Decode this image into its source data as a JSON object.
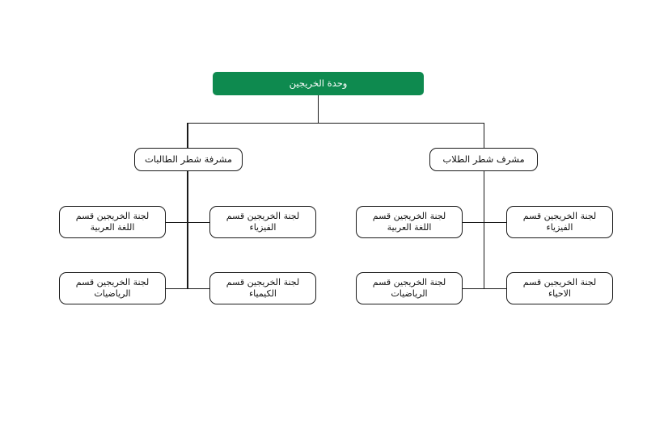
{
  "chart": {
    "title": "وحدة الخريجين",
    "direction": "rtl",
    "colors": {
      "root_fill": "#0e8a4f",
      "root_text": "#ffffff",
      "node_fill": "#ffffff",
      "node_border": "#1a1a1a",
      "node_text": "#111111",
      "line": "#1a1a1a",
      "background": "#ffffff"
    },
    "root": {
      "label": "وحدة الخريجين"
    },
    "branches": [
      {
        "id": "female-section",
        "label": "مشرفة شطر الطالبات",
        "leaves": [
          {
            "id": "female-arabic",
            "line1": "لجنة الخريجين قسم",
            "line2": "اللغة العربية"
          },
          {
            "id": "female-physics",
            "line1": "لجنة الخريجين قسم",
            "line2": "الفيزياء"
          },
          {
            "id": "female-math",
            "line1": "لجنة الخريجين قسم",
            "line2": "الرياضيات"
          },
          {
            "id": "female-chem",
            "line1": "لجنة الخريجين قسم",
            "line2": "الكيمياء"
          }
        ]
      },
      {
        "id": "male-section",
        "label": "مشرف شطر الطلاب",
        "leaves": [
          {
            "id": "male-arabic",
            "line1": "لجنة الخريجين  قسم",
            "line2": "اللغة العربية"
          },
          {
            "id": "male-physics",
            "line1": "لجنة الخريجين  قسم",
            "line2": "الفيزياء"
          },
          {
            "id": "male-math",
            "line1": "لجنة الخريجين قسم",
            "line2": "الرياضيات"
          },
          {
            "id": "male-bio",
            "line1": "لجنة الخريجين قسم",
            "line2": "الاحياء"
          }
        ]
      }
    ],
    "nodes_text": {
      "root": "وحدة الخريجين",
      "branch_female": "مشرفة شطر الطالبات",
      "branch_male": "مشرف شطر الطلاب",
      "f_arabic": "لجنة الخريجين قسم\nاللغة العربية",
      "f_physics": "لجنة الخريجين قسم\nالفيزياء",
      "f_math": "لجنة الخريجين قسم\nالرياضيات",
      "f_chem": "لجنة الخريجين قسم\nالكيمياء",
      "m_arabic": "لجنة الخريجين  قسم\nاللغة العربية",
      "m_physics": "لجنة الخريجين  قسم\nالفيزياء",
      "m_math": "لجنة الخريجين قسم\nالرياضيات",
      "m_bio": "لجنة الخريجين قسم\nالاحياء"
    }
  }
}
